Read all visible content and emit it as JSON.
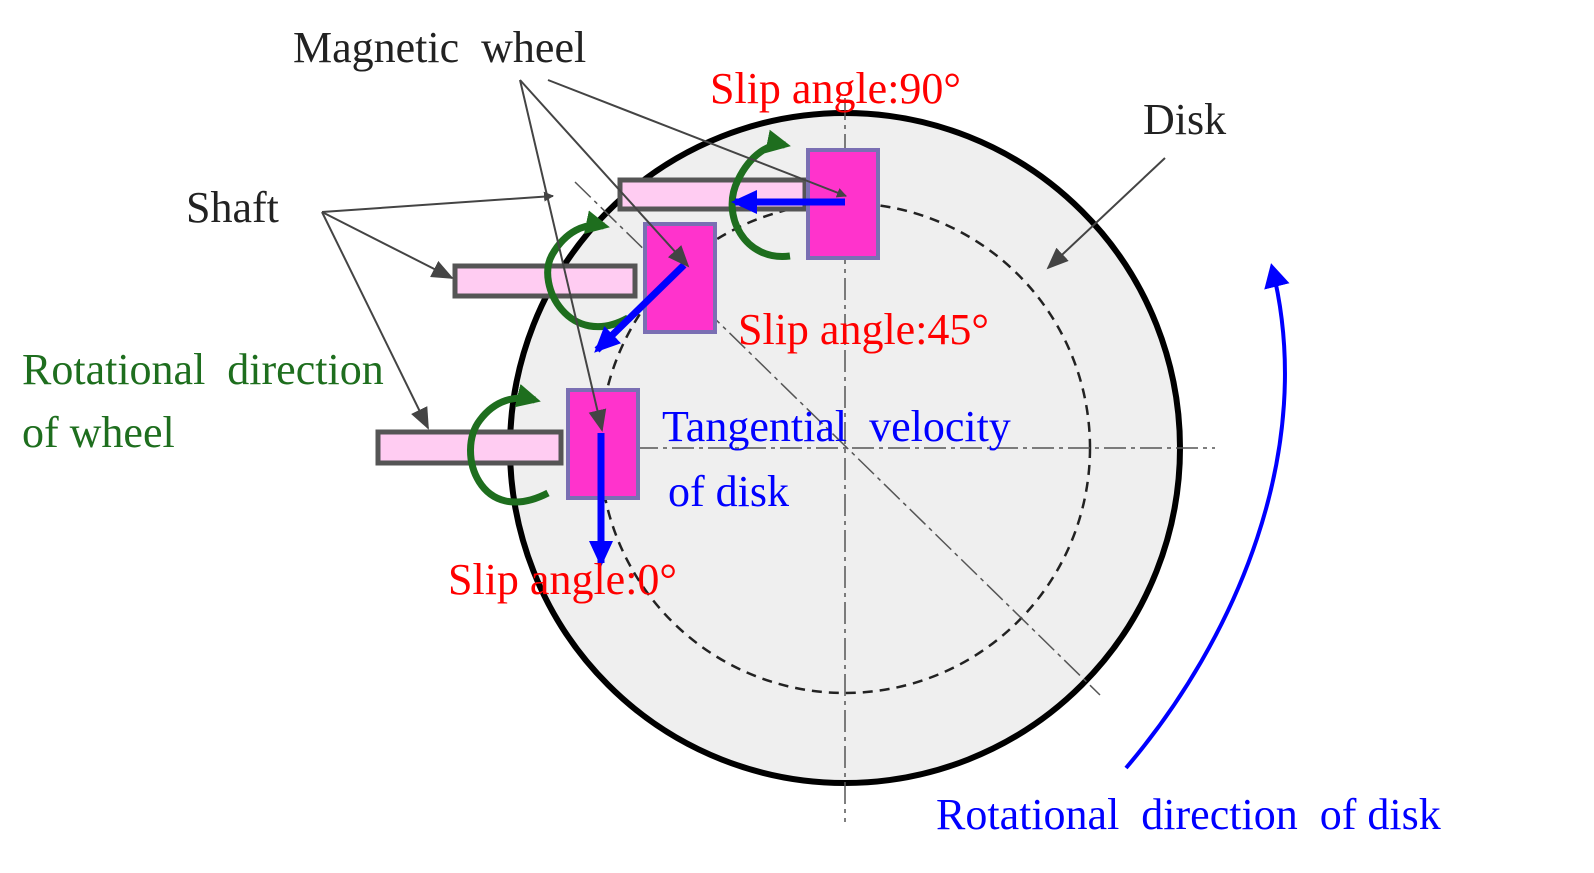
{
  "labels": {
    "magnetic_wheel": "Magnetic  wheel",
    "shaft": "Shaft",
    "disk": "Disk",
    "slip_90": "Slip angle:90°",
    "slip_45": "Slip angle:45°",
    "slip_0": "Slip angle:0°",
    "rot_wheel_line1": "Rotational  direction",
    "rot_wheel_line2": "of wheel",
    "tangential_line1": "Tangential  velocity",
    "tangential_line2": "of disk",
    "rot_disk": "Rotational  direction  of disk"
  },
  "colors": {
    "slip_label": "#ff0000",
    "wheel_rotation": "#1e6e1e",
    "velocity": "#0000ff",
    "wheel_fill": "#ff33cc",
    "wheel_stroke": "#7a6fb3",
    "shaft_fill": "#ffccf2",
    "shaft_stroke": "#555555",
    "disk_fill": "#efefef",
    "outline": "#000000"
  }
}
